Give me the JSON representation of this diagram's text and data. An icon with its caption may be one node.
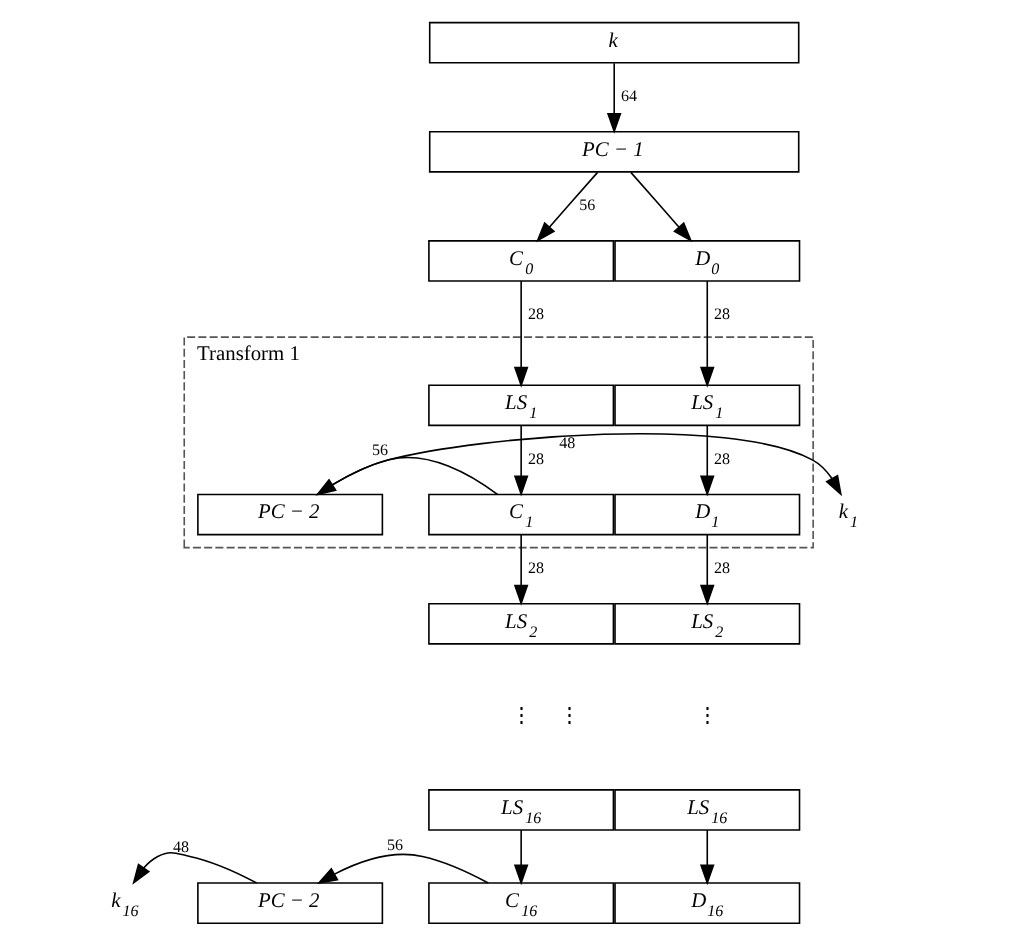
{
  "diagram": {
    "nodes": [
      {
        "text": [
          "k"
        ]
      },
      {
        "text": [
          "PC − 1"
        ]
      },
      {
        "text": [
          "C$_{0}$"
        ]
      },
      {
        "text": [
          "D$_{0}$"
        ]
      },
      {
        "text": [
          "Transform 1"
        ]
      },
      {
        "text": [
          "LS$_{1}$"
        ],
        "in": 4
      },
      {
        "text": [
          "LS$_{1}$"
        ],
        "in": 4
      },
      {
        "text": [
          "k$_{1}$"
        ]
      },
      {
        "text": [
          "PC − 2"
        ],
        "in": 4
      },
      {
        "text": [
          "C$_{1}$"
        ],
        "in": 4
      },
      {
        "text": [
          "D$_{1}$"
        ],
        "in": 4
      },
      {
        "text": [
          "LS$_{2}$"
        ]
      },
      {
        "text": [
          "LS$_{2}$"
        ]
      },
      {
        "text": [
          "LS$_{16}$"
        ]
      },
      {
        "text": [
          "LS$_{16}$"
        ]
      },
      {
        "text": [
          "k$_{16}$"
        ]
      },
      {
        "text": [
          "PC − 2"
        ]
      },
      {
        "text": [
          "C$_{16}$"
        ]
      },
      {
        "text": [
          "D$_{16}$"
        ]
      }
    ],
    "edges": [
      {
        "from": 0,
        "to": 1,
        "arrow": "to",
        "label": "64"
      },
      {
        "from": 1,
        "to": 2,
        "arrow": "to",
        "label": "56"
      },
      {
        "from": 1,
        "to": 3,
        "arrow": "to"
      },
      {
        "from": 2,
        "to": 5,
        "arrow": "to",
        "label": "28"
      },
      {
        "from": 3,
        "to": 6,
        "arrow": "to",
        "label": "28"
      },
      {
        "from": 5,
        "to": 9,
        "arrow": "to",
        "label": "28"
      },
      {
        "from": 6,
        "to": 10,
        "arrow": "to",
        "label": "28"
      },
      {
        "from": 9,
        "to": 8,
        "arrow": "to",
        "label": "56"
      },
      {
        "from": 8,
        "to": 7,
        "arrow": "to",
        "label": "48"
      },
      {
        "from": 9,
        "to": 11,
        "arrow": "to",
        "label": "28"
      },
      {
        "from": 10,
        "to": 12,
        "arrow": "to",
        "label": "28"
      },
      {
        "from": 13,
        "to": 17,
        "arrow": "to"
      },
      {
        "from": 14,
        "to": 18,
        "arrow": "to"
      },
      {
        "from": 17,
        "to": 16,
        "arrow": "to",
        "label": "56"
      },
      {
        "from": 16,
        "to": 15,
        "arrow": "to",
        "label": "48"
      }
    ],
    "labels": [
      "⋮",
      "⋮",
      "⋮"
    ]
  }
}
